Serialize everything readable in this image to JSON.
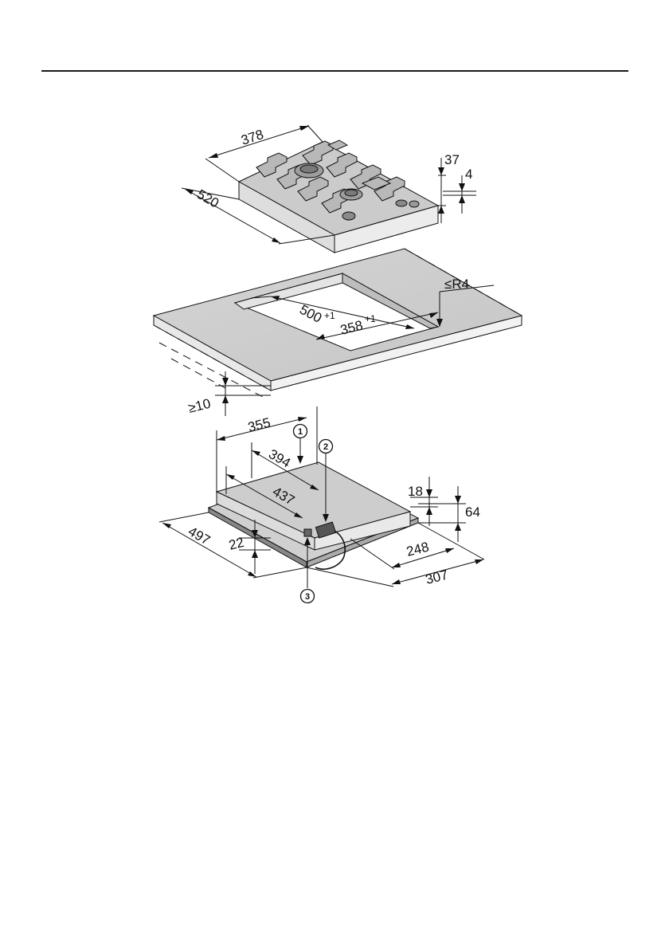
{
  "diagram": {
    "hob_dimensions": {
      "width": "378",
      "depth": "520",
      "height": "37",
      "glass_thickness": "4"
    },
    "cutout_dimensions": {
      "depth": "500",
      "depth_tolerance": "+1",
      "width": "358",
      "width_tolerance": "+1",
      "corner_radius": "≤R4",
      "worktop_min_thickness": "≥10"
    },
    "underside_dimensions": {
      "d355": "355",
      "d394": "394",
      "d437": "437",
      "d497": "497",
      "d22": "22",
      "d18": "18",
      "d64": "64",
      "d248": "248",
      "d307": "307"
    },
    "callouts": [
      "1",
      "2",
      "3"
    ]
  }
}
